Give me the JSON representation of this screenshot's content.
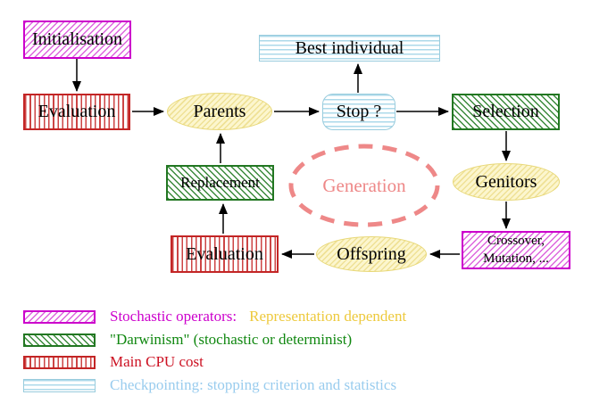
{
  "diagram": {
    "nodes": {
      "initialisation": {
        "label": "Initialisation",
        "style": "magenta-hatch"
      },
      "evaluation_top": {
        "label": "Evaluation",
        "style": "red-stripes"
      },
      "best_individual": {
        "label": "Best individual",
        "style": "cyan-stripes"
      },
      "parents": {
        "label": "Parents",
        "style": "yellow-hatch"
      },
      "stop": {
        "label": "Stop ?",
        "style": "cyan-stripes-rounded"
      },
      "selection": {
        "label": "Selection",
        "style": "green-hatch"
      },
      "replacement": {
        "label": "Replacement",
        "style": "green-hatch"
      },
      "generation": {
        "label": "Generation",
        "style": "salmon-dashed-ellipse"
      },
      "genitors": {
        "label": "Genitors",
        "style": "yellow-hatch"
      },
      "evaluation_bottom": {
        "label": "Evaluation",
        "style": "red-stripes"
      },
      "offspring": {
        "label": "Offspring",
        "style": "yellow-hatch"
      },
      "crossover_mutation": {
        "line1": "Crossover,",
        "line2": "Mutation, ...",
        "style": "magenta-hatch"
      }
    },
    "colors": {
      "magenta_border": "#CC00CC",
      "red_border": "#C32525",
      "green_border": "#227722",
      "cyan_border": "#99CCDD",
      "yellow_border": "#E8D878",
      "salmon_dashed": "#EE8888",
      "arrow": "#000000"
    }
  },
  "legend": {
    "items": [
      {
        "swatch": "magenta-hatch",
        "label": "Stochastic operators:",
        "label_color": "#CC00CC",
        "label_secondary": "Representation dependent",
        "secondary_color": "#EDC93C"
      },
      {
        "swatch": "green-hatch",
        "label": "\"Darwinism\" (stochastic or determinist)",
        "label_color": "#118811"
      },
      {
        "swatch": "red-stripes",
        "label": "Main CPU cost",
        "label_color": "#CC1122"
      },
      {
        "swatch": "cyan-stripes",
        "label": "Checkpointing: stopping criterion and statistics",
        "label_color": "#99CCEE"
      }
    ]
  }
}
